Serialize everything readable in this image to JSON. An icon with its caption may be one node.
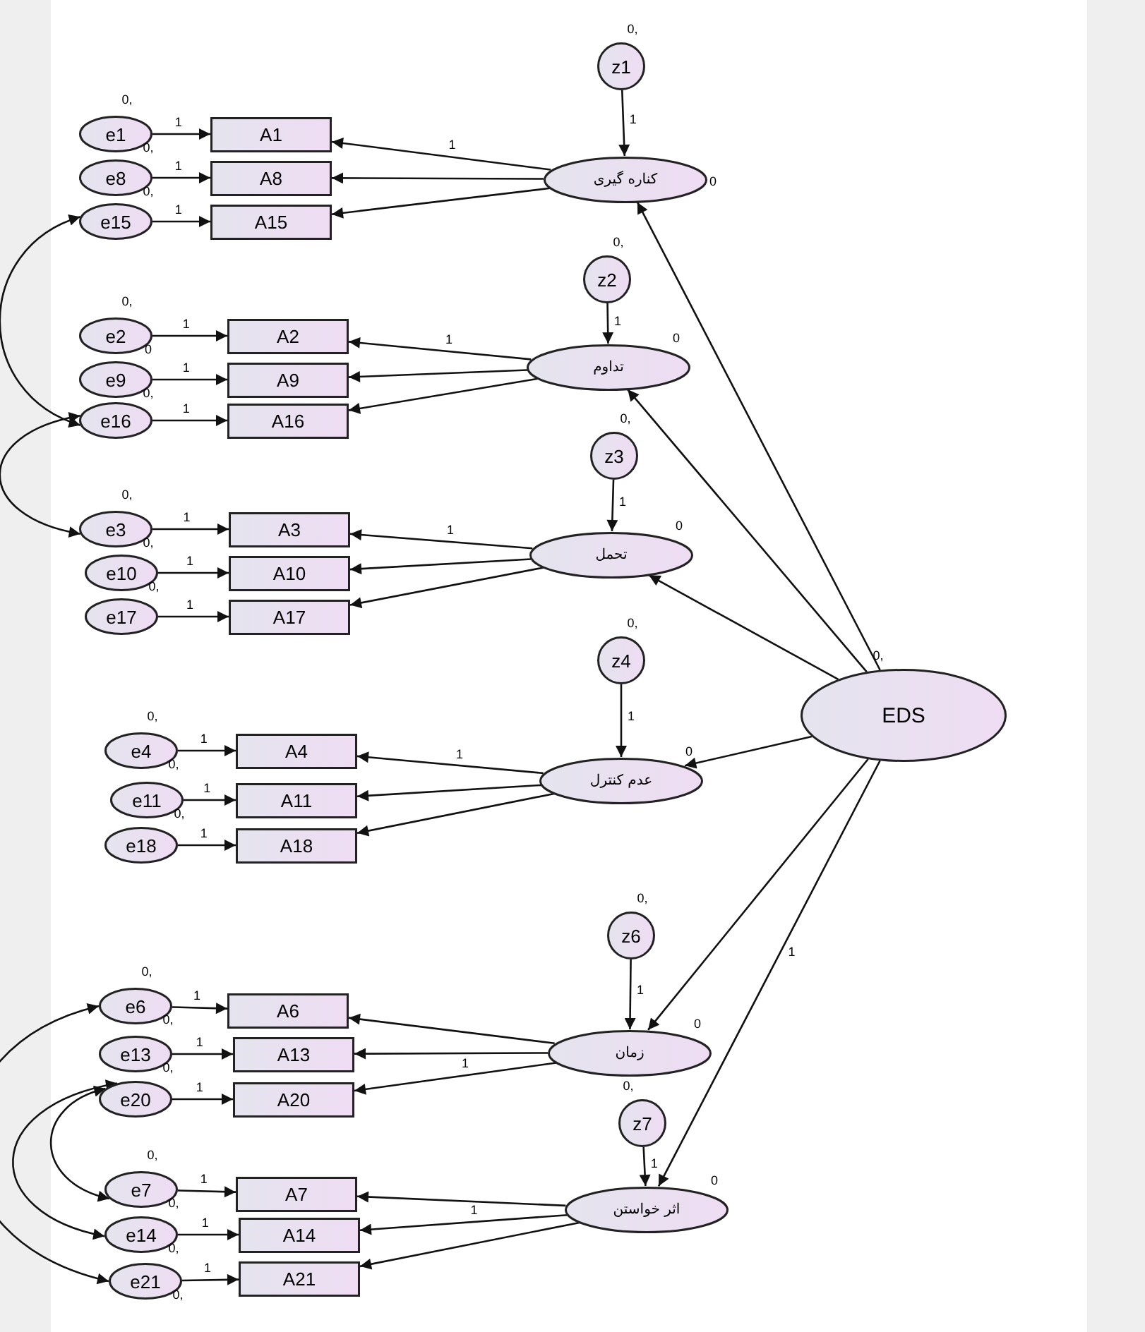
{
  "diagram": {
    "nodes": [
      {
        "text": [
          "z1"
        ],
        "beside": [
          "0,"
        ]
      },
      {
        "text": [
          "کناره گیری"
        ],
        "beside": [
          "0"
        ]
      },
      {
        "text": [
          "e1"
        ],
        "beside": [
          "0,",
          "0,"
        ]
      },
      {
        "text": [
          "A1"
        ]
      },
      {
        "text": [
          "e8"
        ],
        "beside": [
          "0,"
        ]
      },
      {
        "text": [
          "A8"
        ]
      },
      {
        "text": [
          "e15"
        ]
      },
      {
        "text": [
          "A15"
        ]
      },
      {
        "text": [
          "z2"
        ],
        "beside": [
          "0,"
        ]
      },
      {
        "text": [
          "تداوم"
        ],
        "beside": [
          "0"
        ]
      },
      {
        "text": [
          "e2"
        ],
        "beside": [
          "0,",
          "0"
        ]
      },
      {
        "text": [
          "A2"
        ]
      },
      {
        "text": [
          "e9"
        ],
        "beside": [
          "0,"
        ]
      },
      {
        "text": [
          "A9"
        ]
      },
      {
        "text": [
          "e16"
        ]
      },
      {
        "text": [
          "A16"
        ]
      },
      {
        "text": [
          "z3"
        ],
        "beside": [
          "0,"
        ]
      },
      {
        "text": [
          "تحمل"
        ],
        "beside": [
          "0"
        ]
      },
      {
        "text": [
          "e3"
        ],
        "beside": [
          "0,",
          "0,"
        ]
      },
      {
        "text": [
          "A3"
        ]
      },
      {
        "text": [
          "e10"
        ],
        "beside": [
          "0,"
        ]
      },
      {
        "text": [
          "A10"
        ]
      },
      {
        "text": [
          "e17"
        ]
      },
      {
        "text": [
          "A17"
        ]
      },
      {
        "text": [
          "z4"
        ],
        "beside": [
          "0,"
        ]
      },
      {
        "text": [
          "عدم کنترل"
        ],
        "beside": [
          "0"
        ]
      },
      {
        "text": [
          "e4"
        ],
        "beside": [
          "0,",
          "0,"
        ]
      },
      {
        "text": [
          "A4"
        ]
      },
      {
        "text": [
          "e11"
        ],
        "beside": [
          "0,"
        ]
      },
      {
        "text": [
          "A11"
        ]
      },
      {
        "text": [
          "e18"
        ]
      },
      {
        "text": [
          "A18"
        ]
      },
      {
        "text": [
          "z6"
        ],
        "beside": [
          "0,"
        ]
      },
      {
        "text": [
          "زمان"
        ],
        "beside": [
          "0"
        ]
      },
      {
        "text": [
          "e6"
        ],
        "beside": [
          "0,",
          "0,"
        ]
      },
      {
        "text": [
          "A6"
        ]
      },
      {
        "text": [
          "e13"
        ],
        "beside": [
          "0,"
        ]
      },
      {
        "text": [
          "A13"
        ]
      },
      {
        "text": [
          "e20"
        ]
      },
      {
        "text": [
          "A20"
        ]
      },
      {
        "text": [
          "z7"
        ],
        "beside": [
          "0,"
        ]
      },
      {
        "text": [
          "اثر خواستن"
        ],
        "beside": [
          "0"
        ]
      },
      {
        "text": [
          "e7"
        ],
        "beside": [
          "0,",
          "0,"
        ]
      },
      {
        "text": [
          "A7"
        ]
      },
      {
        "text": [
          "e14"
        ],
        "beside": [
          "0,"
        ]
      },
      {
        "text": [
          "A14"
        ]
      },
      {
        "text": [
          "e21"
        ],
        "beside": [
          "0,"
        ]
      },
      {
        "text": [
          "A21"
        ]
      },
      {
        "text": [
          "EDS"
        ],
        "beside": [
          "0,"
        ]
      }
    ],
    "edges": [
      {
        "from": 0,
        "to": 1,
        "arrow": "to",
        "label": "1"
      },
      {
        "from": 2,
        "to": 3,
        "arrow": "to",
        "label": "1"
      },
      {
        "from": 4,
        "to": 5,
        "arrow": "to",
        "label": "1"
      },
      {
        "from": 6,
        "to": 7,
        "arrow": "to",
        "label": "1"
      },
      {
        "from": 1,
        "to": 3,
        "arrow": "to",
        "label": "1"
      },
      {
        "from": 1,
        "to": 5,
        "arrow": "to"
      },
      {
        "from": 1,
        "to": 7,
        "arrow": "to"
      },
      {
        "from": 8,
        "to": 9,
        "arrow": "to",
        "label": "1"
      },
      {
        "from": 10,
        "to": 11,
        "arrow": "to",
        "label": "1"
      },
      {
        "from": 12,
        "to": 13,
        "arrow": "to",
        "label": "1"
      },
      {
        "from": 14,
        "to": 15,
        "arrow": "to",
        "label": "1"
      },
      {
        "from": 9,
        "to": 11,
        "arrow": "to",
        "label": "1"
      },
      {
        "from": 9,
        "to": 13,
        "arrow": "to"
      },
      {
        "from": 9,
        "to": 15,
        "arrow": "to"
      },
      {
        "from": 16,
        "to": 17,
        "arrow": "to",
        "label": "1"
      },
      {
        "from": 18,
        "to": 19,
        "arrow": "to",
        "label": "1"
      },
      {
        "from": 20,
        "to": 21,
        "arrow": "to",
        "label": "1"
      },
      {
        "from": 22,
        "to": 23,
        "arrow": "to",
        "label": "1"
      },
      {
        "from": 17,
        "to": 19,
        "arrow": "to",
        "label": "1"
      },
      {
        "from": 17,
        "to": 21,
        "arrow": "to"
      },
      {
        "from": 17,
        "to": 23,
        "arrow": "to"
      },
      {
        "from": 24,
        "to": 25,
        "arrow": "to",
        "label": "1"
      },
      {
        "from": 26,
        "to": 27,
        "arrow": "to",
        "label": "1"
      },
      {
        "from": 28,
        "to": 29,
        "arrow": "to",
        "label": "1"
      },
      {
        "from": 30,
        "to": 31,
        "arrow": "to",
        "label": "1"
      },
      {
        "from": 25,
        "to": 27,
        "arrow": "to",
        "label": "1"
      },
      {
        "from": 25,
        "to": 29,
        "arrow": "to"
      },
      {
        "from": 25,
        "to": 31,
        "arrow": "to"
      },
      {
        "from": 32,
        "to": 33,
        "arrow": "to",
        "label": "1"
      },
      {
        "from": 34,
        "to": 35,
        "arrow": "to",
        "label": "1"
      },
      {
        "from": 36,
        "to": 37,
        "arrow": "to",
        "label": "1"
      },
      {
        "from": 38,
        "to": 39,
        "arrow": "to",
        "label": "1"
      },
      {
        "from": 33,
        "to": 35,
        "arrow": "to"
      },
      {
        "from": 33,
        "to": 37,
        "arrow": "to"
      },
      {
        "from": 33,
        "to": 39,
        "arrow": "to",
        "label": "1"
      },
      {
        "from": 40,
        "to": 41,
        "arrow": "to",
        "label": "1"
      },
      {
        "from": 42,
        "to": 43,
        "arrow": "to",
        "label": "1"
      },
      {
        "from": 44,
        "to": 45,
        "arrow": "to",
        "label": "1"
      },
      {
        "from": 46,
        "to": 47,
        "arrow": "to",
        "label": "1"
      },
      {
        "from": 41,
        "to": 43,
        "arrow": "to"
      },
      {
        "from": 41,
        "to": 45,
        "arrow": "to",
        "label": "1"
      },
      {
        "from": 41,
        "to": 47,
        "arrow": "to"
      },
      {
        "from": 48,
        "to": 1,
        "arrow": "to"
      },
      {
        "from": 48,
        "to": 9,
        "arrow": "to"
      },
      {
        "from": 48,
        "to": 17,
        "arrow": "to"
      },
      {
        "from": 48,
        "to": 25,
        "arrow": "to"
      },
      {
        "from": 48,
        "to": 33,
        "arrow": "to"
      },
      {
        "from": 48,
        "to": 41,
        "arrow": "to",
        "label": "1"
      },
      {
        "from": 6,
        "to": 14,
        "arrow": "both"
      },
      {
        "from": 14,
        "to": 18,
        "arrow": "both"
      },
      {
        "from": 34,
        "to": 46,
        "arrow": "both"
      },
      {
        "from": 38,
        "to": 42,
        "arrow": "both"
      },
      {
        "from": 38,
        "to": 44,
        "arrow": "both"
      }
    ]
  }
}
